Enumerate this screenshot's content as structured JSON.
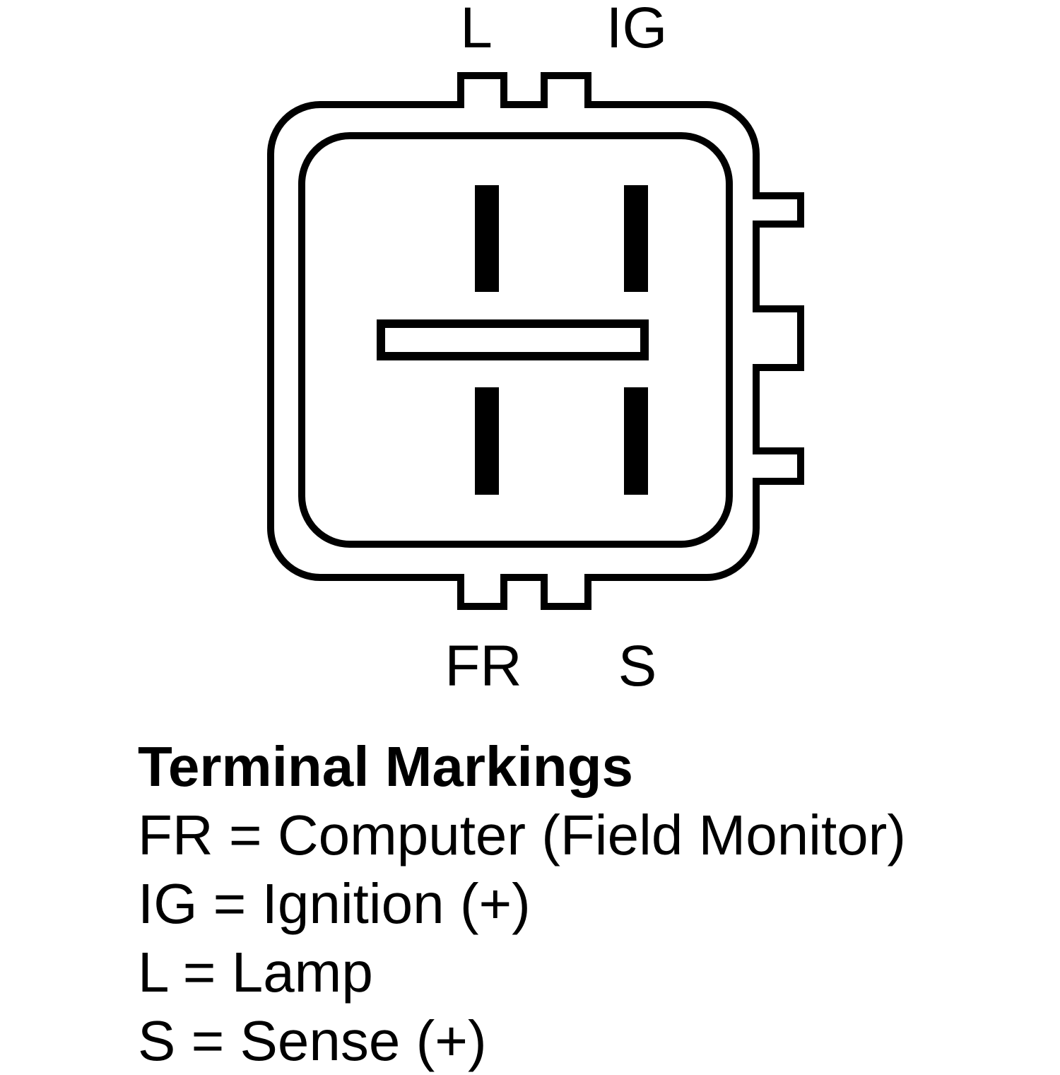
{
  "page": {
    "background": "#ffffff",
    "line_color": "#000000"
  },
  "diagram": {
    "terminals": {
      "top_left": "L",
      "top_right": "IG",
      "bottom_left": "FR",
      "bottom_right": "S"
    }
  },
  "legend": {
    "title": "Terminal Markings",
    "entries": [
      "FR = Computer (Field Monitor)",
      "IG = Ignition (+)",
      "L = Lamp",
      "S = Sense (+)"
    ]
  }
}
